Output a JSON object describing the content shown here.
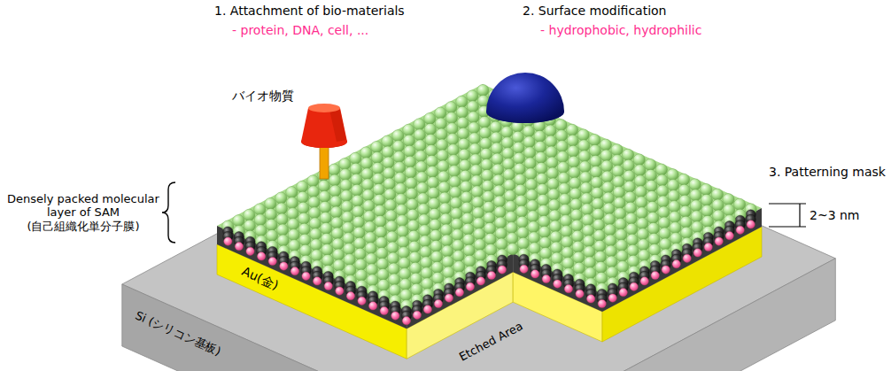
{
  "diagram": {
    "labels": [
      "1. Attachment of bio-materials",
      "- protein, DNA, cell, ...",
      "2. Surface modification",
      "- hydrophobic, hydrophilic",
      "バイオ物質",
      "Densely packed molecular layer of SAM",
      "(自己組織化単分子膜)",
      "3. Patterning mask",
      "2~3 nm",
      "Au(金)",
      "Si (シリコン基板)",
      "Etched Area"
    ]
  }
}
